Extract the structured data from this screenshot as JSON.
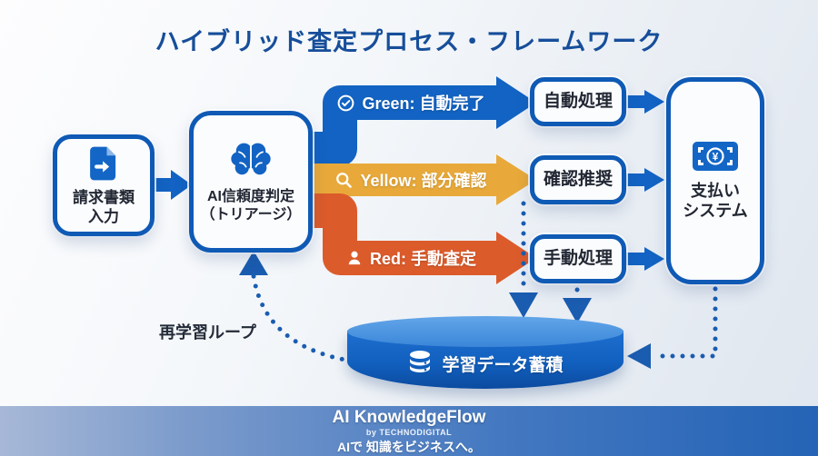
{
  "title": "ハイブリッド査定プロセス・フレームワーク",
  "nodes": {
    "input": {
      "line1": "請求書類",
      "line2": "入力"
    },
    "triage": {
      "line1": "AI信頼度判定",
      "line2": "（トリアージ）"
    },
    "auto_process": {
      "label": "自動処理"
    },
    "confirm_recommend": {
      "label": "確認推奨"
    },
    "manual_process": {
      "label": "手動処理"
    },
    "payment": {
      "line1": "支払い",
      "line2": "システム"
    },
    "datastore": {
      "label": "学習データ蓄積"
    }
  },
  "branches": {
    "green": {
      "label": "Green: 自動完了",
      "color": "#1263c3"
    },
    "yellow": {
      "label": "Yellow: 部分確認",
      "color": "#e8a93a"
    },
    "red": {
      "label": "Red: 手動査定",
      "color": "#dc5b2b"
    }
  },
  "loop": {
    "label": "再学習ループ"
  },
  "footer": {
    "brand": "AI KnowledgeFlow",
    "byline": "by TECHNODIGITAL",
    "tagline": "AIで 知識をビジネスへ。"
  },
  "colors": {
    "title": "#164e9a",
    "box_border": "#0f5ab5",
    "arrow_blue": "#1263c3",
    "dotted_blue": "#1a5cb0",
    "cylinder_top": "#4690de",
    "cylinder_body": "#1160bf"
  }
}
